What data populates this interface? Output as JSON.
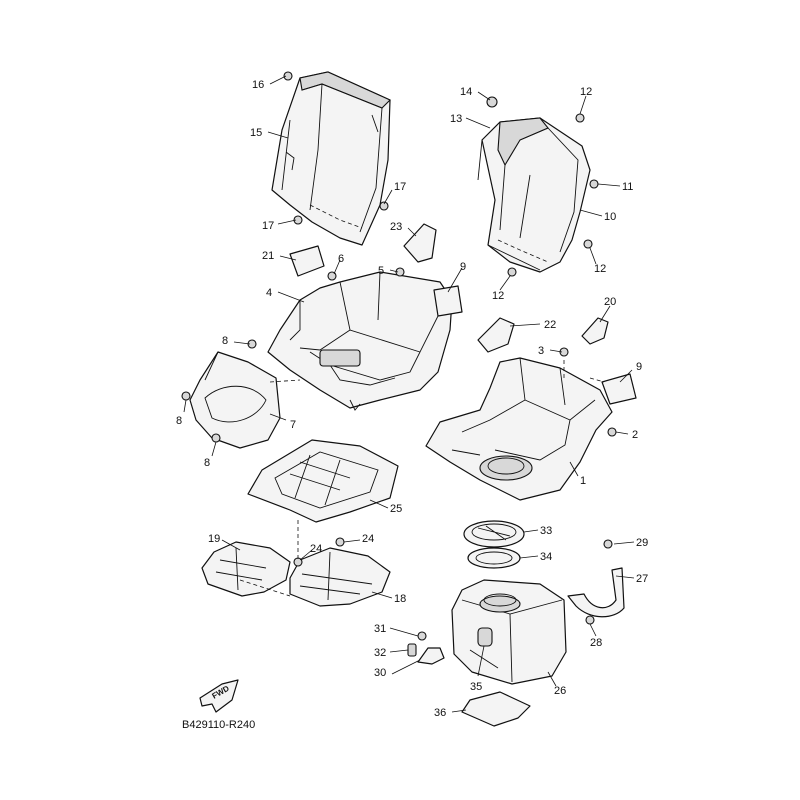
{
  "diagram_code": "B429110-R240",
  "fwd_label": "FWD",
  "callouts": [
    "16",
    "15",
    "17",
    "17",
    "14",
    "13",
    "12",
    "11",
    "10",
    "12",
    "12",
    "23",
    "21",
    "6",
    "5",
    "9",
    "4",
    "20",
    "22",
    "3",
    "9",
    "8",
    "7",
    "8",
    "8",
    "2",
    "1",
    "25",
    "33",
    "34",
    "29",
    "27",
    "19",
    "24",
    "24",
    "18",
    "31",
    "32",
    "30",
    "35",
    "28",
    "26",
    "36"
  ]
}
